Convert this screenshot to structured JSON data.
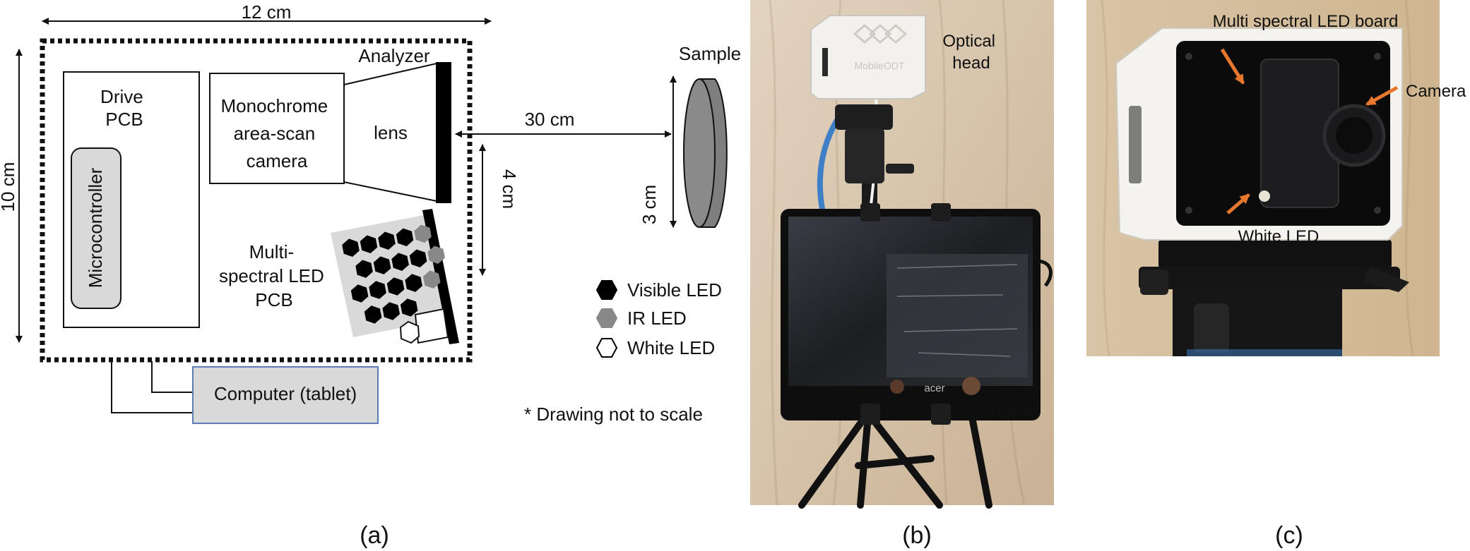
{
  "panel_a": {
    "dim_width": "12 cm",
    "dim_height": "10 cm",
    "drive_pcb": "Drive\nPCB",
    "microcontroller": "Microcontroller",
    "camera": "Monochrome\narea-scan\ncamera",
    "lens": "lens",
    "analyzer": "Analyzer",
    "distance": "30 cm",
    "sample": "Sample",
    "sample_size": "3 cm",
    "led_height": "4 cm",
    "led_pcb": "Multi-\nspectral LED\nPCB",
    "computer": "Computer (tablet)",
    "legend": [
      {
        "label": "Visible LED",
        "swatch": "#000000"
      },
      {
        "label": "IR LED",
        "swatch": "#888888"
      },
      {
        "label": "White LED",
        "swatch": "#ffffff"
      }
    ],
    "note": "* Drawing not to scale",
    "caption": "(a)"
  },
  "panel_b": {
    "optical_head": "Optical\nhead",
    "tablet": "Tablet",
    "device_logo": "MobileODT",
    "tablet_brand": "acer",
    "caption": "(b)"
  },
  "panel_c": {
    "led_board": "Multi spectral LED board",
    "camera": "Camera",
    "white_led": "White LED",
    "caption": "(c)"
  },
  "colors": {
    "arrow_orange": "#e8772e",
    "box_gray": "#d9d9d9",
    "computer_border": "#5b7fb5"
  }
}
